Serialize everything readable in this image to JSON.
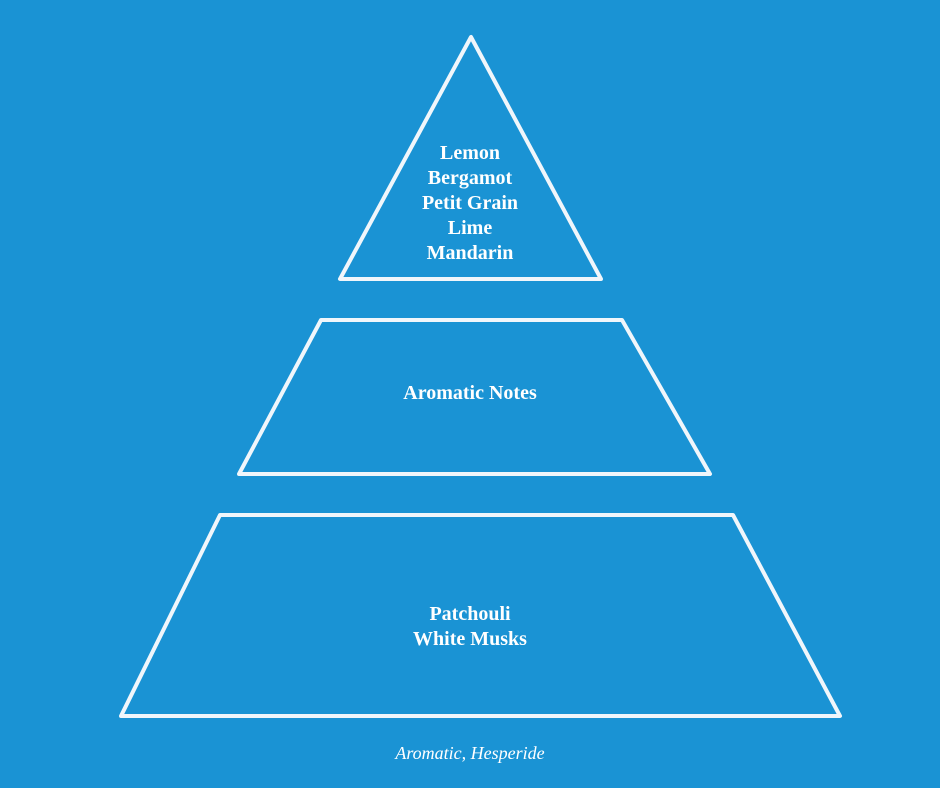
{
  "colors": {
    "background": "#1a93d4",
    "stroke": "#f0f6fb",
    "text": "#ffffff"
  },
  "pyramid": {
    "top_tier": {
      "notes": [
        "Lemon",
        "Bergamot",
        "Petit Grain",
        "Lime",
        "Mandarin"
      ]
    },
    "middle_tier": {
      "notes": [
        "Aromatic Notes"
      ]
    },
    "base_tier": {
      "notes": [
        "Patchouli",
        "White Musks"
      ]
    }
  },
  "caption": "Aromatic, Hesperide"
}
